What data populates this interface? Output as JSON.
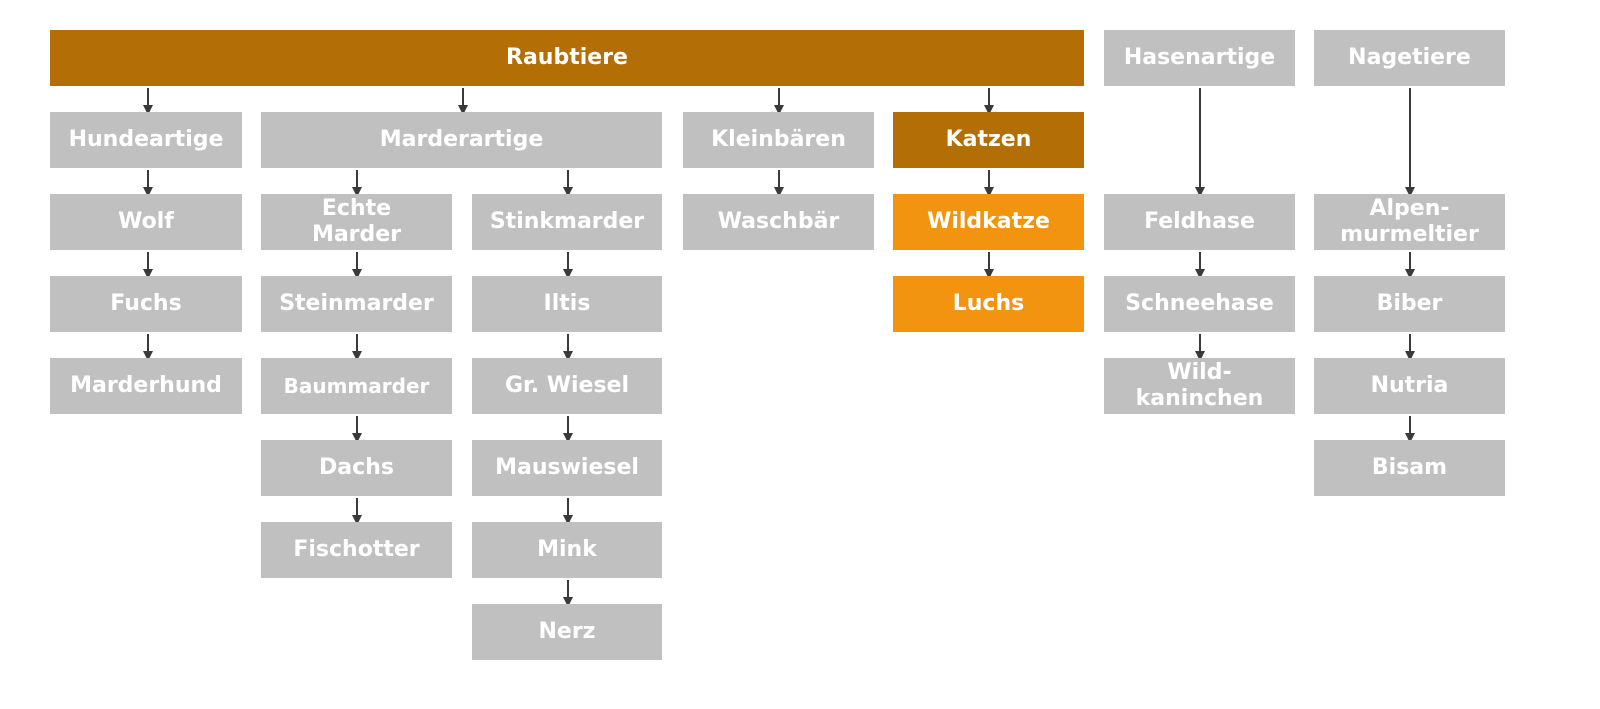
{
  "colors": {
    "group_highlight": "#b46e06",
    "focus": "#f29410",
    "default": "#c0c0c0",
    "text": "#ffffff",
    "connector": "#3a3a3a"
  },
  "nodes": {
    "raubtiere": "Raubtiere",
    "hasenartige": "Hasenartige",
    "nagetiere": "Nagetiere",
    "hundeartige": "Hundeartige",
    "marderartige": "Marderartige",
    "kleinbaeren": "Kleinbären",
    "katzen": "Katzen",
    "wolf": "Wolf",
    "fuchs": "Fuchs",
    "marderhund": "Marderhund",
    "echte_marder": "Echte\nMarder",
    "steinmarder": "Steinmarder",
    "baummarder": "Baummarder",
    "dachs": "Dachs",
    "fischotter": "Fischotter",
    "stinkmarder": "Stinkmarder",
    "iltis": "Iltis",
    "gr_wiesel": "Gr. Wiesel",
    "mauswiesel": "Mauswiesel",
    "mink": "Mink",
    "nerz": "Nerz",
    "waschbaer": "Waschbär",
    "wildkatze": "Wildkatze",
    "luchs": "Luchs",
    "feldhase": "Feldhase",
    "schneehase": "Schneehase",
    "wildkaninchen": "Wild-\nkaninchen",
    "alpenmurmeltier": "Alpen-\nmurmeltier",
    "biber": "Biber",
    "nutria": "Nutria",
    "bisam": "Bisam"
  }
}
